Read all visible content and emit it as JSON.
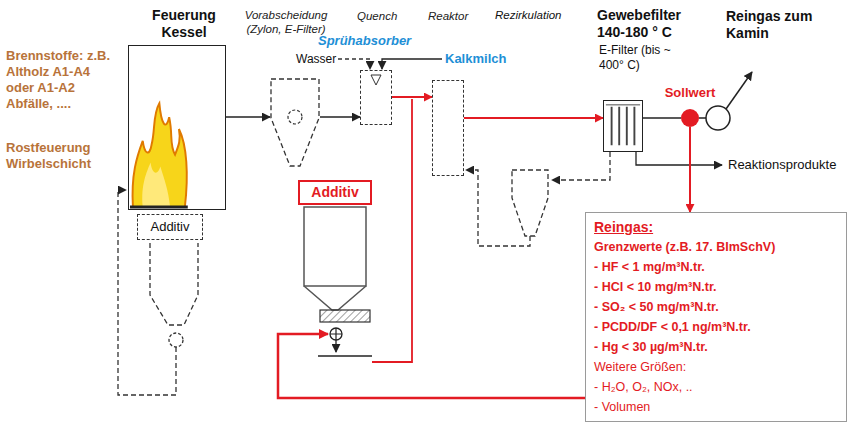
{
  "diagram": {
    "nodes": [
      {
        "text": [
          "Feuerung Kessel"
        ]
      },
      {
        "text": [
          "Additiv"
        ]
      },
      {
        "text": [
          "Vorabscheidung (Zylon, E-Filter)"
        ]
      },
      {
        "text": [
          "Quench"
        ]
      },
      {
        "text": [
          "Reaktor"
        ]
      },
      {
        "text": [
          "Gewebefilter 140-180 ° C",
          "E-Filter (bis ~ 400° C)"
        ]
      },
      {
        "text": [
          "Sollwert"
        ]
      },
      {
        "text": [
          "Additiv"
        ]
      },
      {
        "text": [
          "Reingas:",
          "Grenzwerte (z.B. 17. BImSchV)",
          "- HF < 1 mg/m³N.tr.",
          "- HCl < 10 mg/m³N.tr.",
          "- SO₂ < 50 mg/m³N.tr.",
          "- PCDD/DF < 0,1 ng/m³N.tr.",
          "- Hg < 30 µg/m³N.tr.",
          "Weitere Größen:",
          "- H₂O, O₂, NOx, ..",
          "- Volumen"
        ]
      }
    ],
    "edges": [
      {
        "from": 0,
        "to": 2,
        "arrow": "to"
      },
      {
        "from": 2,
        "to": 3,
        "arrow": "to"
      },
      {
        "from": 3,
        "to": 4,
        "arrow": "to"
      },
      {
        "from": 4,
        "to": 5,
        "arrow": "to"
      },
      {
        "from": 5,
        "to": 6,
        "arrow": "none"
      },
      {
        "from": 6,
        "to": 8,
        "arrow": "to"
      }
    ],
    "labels": [
      "Brennstoffe: z.B. Altholz A1-A4 oder A1-A2 Abfälle, ....",
      "Rostfeuerung Wirbelschicht",
      "Sprühabsorber",
      "Wasser",
      "Kalkmilch",
      "Rezirkulation",
      "Reingas zum Kamin",
      "Reaktionsprodukte"
    ]
  }
}
